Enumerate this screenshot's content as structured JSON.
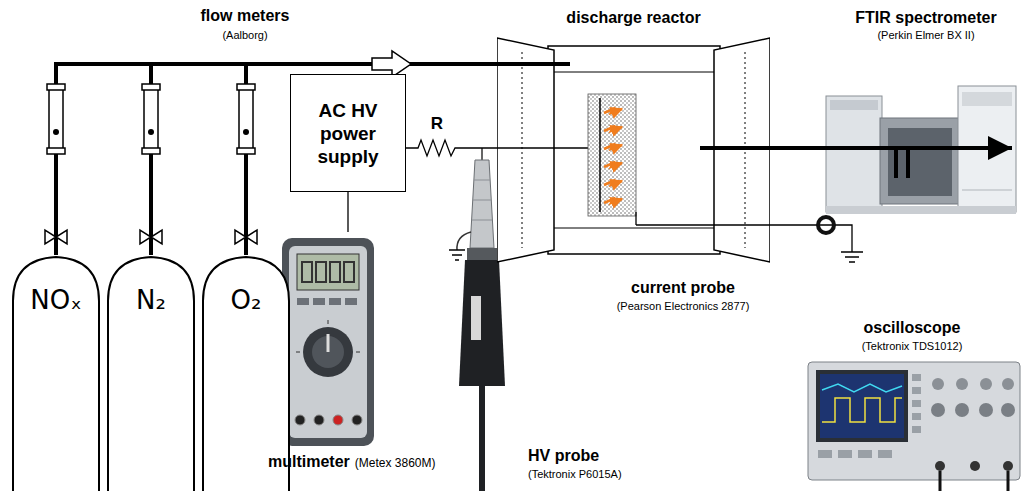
{
  "diagram": {
    "nodes": [
      {
        "text": [
          "NOₓ"
        ]
      },
      {
        "text": [
          "N₂"
        ]
      },
      {
        "text": [
          "O₂"
        ]
      },
      {
        "text": [
          "AC HV power supply"
        ]
      },
      {
        "text": [
          "discharge reactor"
        ]
      },
      {
        "text": [
          "FTIR spectrometer",
          "(Perkin Elmer BX II)"
        ]
      },
      {
        "text": [
          "multimeter",
          "(Metex 3860M)"
        ]
      }
    ],
    "edges": [
      {
        "from": 0,
        "to": 4,
        "arrow": "none"
      },
      {
        "from": 1,
        "to": 4,
        "arrow": "none"
      },
      {
        "from": 2,
        "to": 4,
        "arrow": "none"
      },
      {
        "from": 3,
        "to": 4,
        "arrow": "none",
        "label": "R"
      },
      {
        "from": 4,
        "to": 5,
        "arrow": "to"
      },
      {
        "from": 3,
        "to": 6,
        "arrow": "none"
      }
    ],
    "labels": [
      "flow meters",
      "(Aalborg)",
      "HV probe",
      "(Tektronix P6015A)",
      "current probe",
      "(Pearson Electronics 2877)",
      "oscilloscope",
      "(Tektronix TDS1012)"
    ]
  }
}
